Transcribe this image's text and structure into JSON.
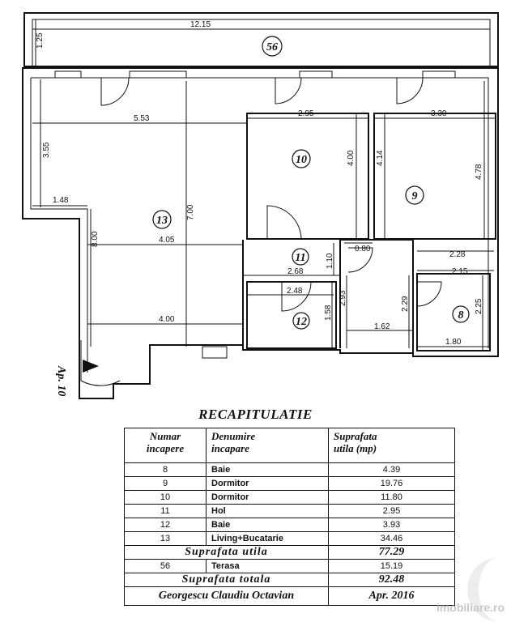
{
  "plan": {
    "rooms": [
      {
        "id": "56",
        "label": "56"
      },
      {
        "id": "10",
        "label": "10"
      },
      {
        "id": "9",
        "label": "9"
      },
      {
        "id": "13",
        "label": "13"
      },
      {
        "id": "11",
        "label": "11"
      },
      {
        "id": "12",
        "label": "12"
      },
      {
        "id": "8",
        "label": "8"
      }
    ],
    "dims": {
      "d1215": "12.15",
      "d125": "1.25",
      "d553": "5.53",
      "d295": "2.95",
      "d330": "3.30",
      "d355": "3.55",
      "d148": "1.48",
      "d400v": "4.00",
      "d414": "4.14",
      "d478": "4.78",
      "d700": "7.00",
      "d800": "8.00",
      "d405": "4.05",
      "d080": "0.80",
      "d228": "2.28",
      "d110": "1.10",
      "d268": "2.68",
      "d215": "2.15",
      "d248": "2.48",
      "d293": "2.93",
      "d158": "1.58",
      "d229": "2.29",
      "d225": "2.25",
      "d162": "1.62",
      "d400h": "4.00",
      "d180": "1.80"
    },
    "apartment_label": "Ap. 10"
  },
  "recap": {
    "title": "RECAPITULATIE",
    "headers": {
      "col1": [
        "Numar",
        "incapere"
      ],
      "col2": [
        "Denumire",
        "incapare"
      ],
      "col3": [
        "Suprafata",
        "utila  (mp)"
      ]
    },
    "rows": [
      {
        "num": "8",
        "name": "Baie",
        "area": "4.39"
      },
      {
        "num": "9",
        "name": "Dormitor",
        "area": "19.76"
      },
      {
        "num": "10",
        "name": "Dormitor",
        "area": "11.80"
      },
      {
        "num": "11",
        "name": "Hol",
        "area": "2.95"
      },
      {
        "num": "12",
        "name": "Baie",
        "area": "3.93"
      },
      {
        "num": "13",
        "name": "Living+Bucatarie",
        "area": "34.46"
      }
    ],
    "useful": {
      "label": "Suprafata  utila",
      "value": "77.29"
    },
    "terrace": {
      "num": "56",
      "name": "Terasa",
      "area": "15.19"
    },
    "total": {
      "label": "Suprafata  totala",
      "value": "92.48"
    },
    "owner": {
      "name": "Georgescu  Claudiu  Octavian",
      "ref": "Apr. 2016"
    }
  },
  "watermark": "imobiliare.ro"
}
